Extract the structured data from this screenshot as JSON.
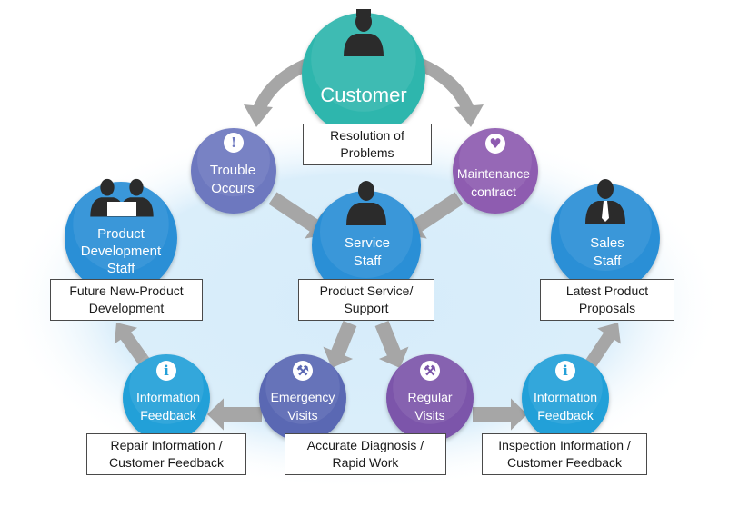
{
  "colors": {
    "customer": "#2fb6ad",
    "trouble": "#6d78bf",
    "maintenance": "#8e5bb0",
    "service": "#2a8fd6",
    "product_dev": "#2a8fd6",
    "sales": "#2a8fd6",
    "information": "#23a0d8",
    "emergency": "#5a67b3",
    "regular": "#7c55aa",
    "arrow": "#a6a6a6",
    "halo": "#cfe8f8"
  },
  "icons": {
    "customer": "customer-person-icon",
    "trouble": "exclamation-icon",
    "maintenance": "heart-icon",
    "service": "service-person-icon",
    "product_dev": "two-people-reading-icon",
    "sales": "businessman-icon",
    "info_left": "info-i-icon",
    "info_right": "info-i-icon",
    "emergency": "wrench-icon",
    "regular": "wrench-icon"
  },
  "nodes": {
    "customer": [
      "Customer"
    ],
    "trouble": [
      "Trouble",
      "Occurs"
    ],
    "maintenance": [
      "Maintenance",
      "contract"
    ],
    "service": [
      "Service",
      "Staff"
    ],
    "product_dev": [
      "Product",
      "Development",
      "Staff"
    ],
    "sales": [
      "Sales",
      "Staff"
    ],
    "info_left": [
      "Information",
      "Feedback"
    ],
    "emergency": [
      "Emergency",
      "Visits"
    ],
    "regular": [
      "Regular",
      "Visits"
    ],
    "info_right": [
      "Information",
      "Feedback"
    ]
  },
  "labels": {
    "resolution": [
      "Resolution of",
      "Problems"
    ],
    "future": [
      "Future New-Product",
      "Development"
    ],
    "product_service": [
      "Product Service/",
      "Support"
    ],
    "latest": [
      "Latest Product",
      "Proposals"
    ],
    "repair": [
      "Repair Information /",
      "Customer Feedback"
    ],
    "accurate": [
      "Accurate Diagnosis /",
      "Rapid Work"
    ],
    "inspection": [
      "Inspection Information /",
      "Customer Feedback"
    ]
  }
}
